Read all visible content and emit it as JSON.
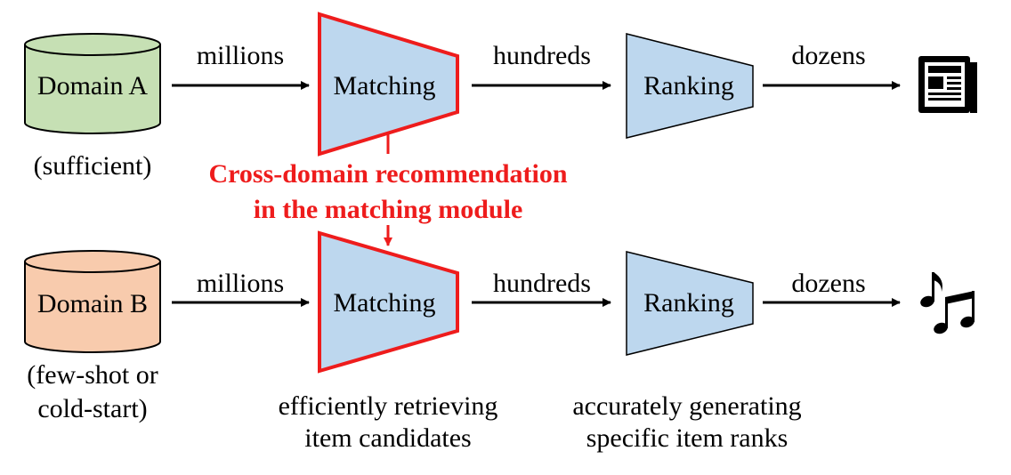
{
  "colors": {
    "domain_a_fill": "#c6e0b4",
    "domain_b_fill": "#f8cbad",
    "module_fill": "#bdd7ee",
    "highlight": "#ee1c1c",
    "stroke": "#000000"
  },
  "icons": {
    "row_a_output": "newspaper-icon",
    "row_b_output": "music-notes-icon"
  },
  "row_a": {
    "domain": "Domain A",
    "domain_note": "(sufficient)",
    "arrow1": "millions",
    "matching": "Matching",
    "arrow2": "hundreds",
    "ranking": "Ranking",
    "arrow3": "dozens"
  },
  "row_b": {
    "domain": "Domain B",
    "domain_note_line1": "(few-shot or",
    "domain_note_line2": "cold-start)",
    "arrow1": "millions",
    "matching": "Matching",
    "arrow2": "hundreds",
    "ranking": "Ranking",
    "arrow3": "dozens"
  },
  "highlight_note": {
    "line1": "Cross-domain recommendation",
    "line2": "in the matching module"
  },
  "captions": {
    "matching_line1": "efficiently retrieving",
    "matching_line2": "item candidates",
    "ranking_line1": "accurately generating",
    "ranking_line2": "specific item ranks"
  }
}
